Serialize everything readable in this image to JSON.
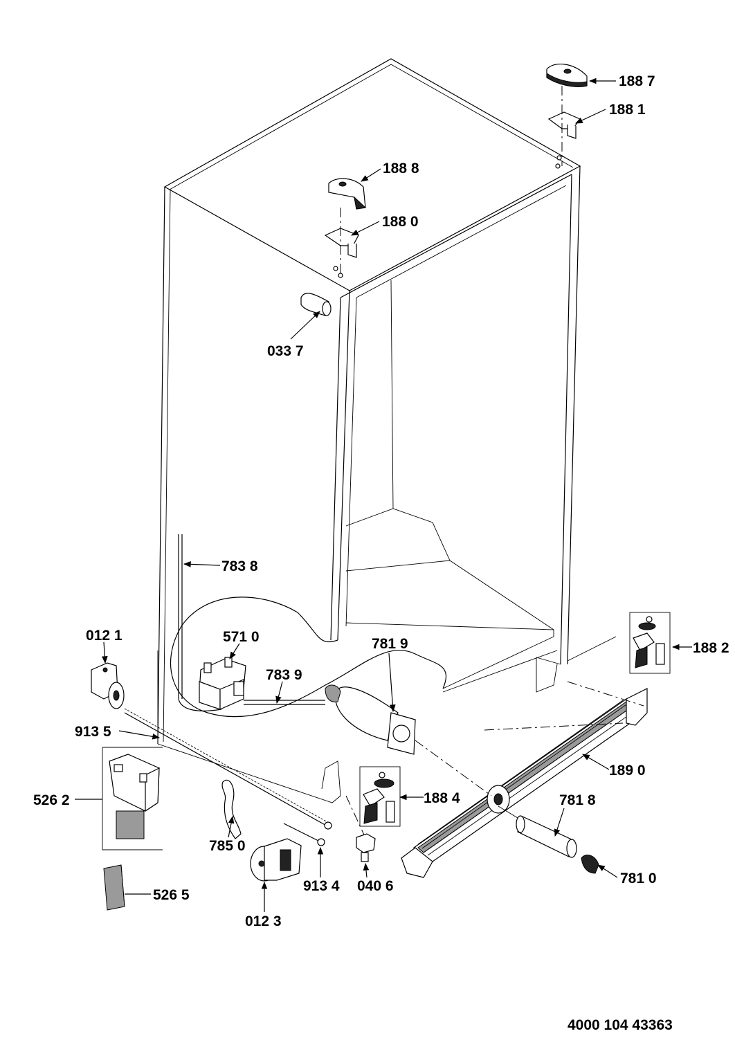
{
  "diagram": {
    "callouts": [
      {
        "id": "p1887",
        "label": "188 7"
      },
      {
        "id": "p1881",
        "label": "188 1"
      },
      {
        "id": "p1888",
        "label": "188 8"
      },
      {
        "id": "p1880",
        "label": "188 0"
      },
      {
        "id": "p0337",
        "label": "033 7"
      },
      {
        "id": "p7838",
        "label": "783 8"
      },
      {
        "id": "p0121",
        "label": "012 1"
      },
      {
        "id": "p5710",
        "label": "571 0"
      },
      {
        "id": "p7819",
        "label": "781 9"
      },
      {
        "id": "p1882",
        "label": "188 2"
      },
      {
        "id": "p7839",
        "label": "783 9"
      },
      {
        "id": "p9135",
        "label": "913 5"
      },
      {
        "id": "p1890",
        "label": "189 0"
      },
      {
        "id": "p5262",
        "label": "526 2"
      },
      {
        "id": "p1884",
        "label": "188 4"
      },
      {
        "id": "p7818",
        "label": "781 8"
      },
      {
        "id": "p7850",
        "label": "785 0"
      },
      {
        "id": "p9134",
        "label": "913 4"
      },
      {
        "id": "p0406",
        "label": "040 6"
      },
      {
        "id": "p7810",
        "label": "781 0"
      },
      {
        "id": "p5265",
        "label": "526 5"
      },
      {
        "id": "p0123",
        "label": "012 3"
      }
    ],
    "document_number": "4000 104 43363"
  }
}
